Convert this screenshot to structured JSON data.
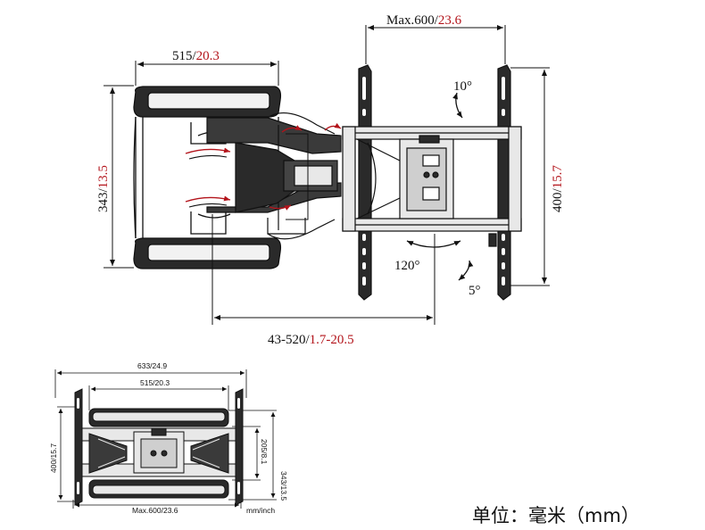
{
  "top_view": {
    "width_max": {
      "mm": "Max.600",
      "sep": "/",
      "inch": "23.6"
    },
    "arm_width": {
      "mm": "515",
      "sep": "/",
      "inch": "20.3"
    },
    "height_plate": {
      "mm": "343",
      "sep": "/",
      "inch": "13.5"
    },
    "height_max": {
      "mm": "400",
      "sep": "/",
      "inch": "15.7"
    },
    "extension": {
      "mm": "43-520",
      "sep": "/",
      "inch": "1.7-20.5"
    },
    "angle_tilt_up": "10°",
    "angle_swivel": "120°",
    "angle_tilt_down": "5°"
  },
  "front_view": {
    "overall_width": "633/24.9",
    "arm_width": "515/20.3",
    "height_max": "400/15.7",
    "plate_height": "343/13.5",
    "plate_inner": "205/8.1",
    "width_max": "Max.600/23.6",
    "units_label": "mm/inch"
  },
  "unit_note": "单位：毫米（mm）",
  "colors": {
    "line": "#111111",
    "accent": "#b3141b",
    "metal": "#2a2a2a",
    "metal_light": "#e8e8e8"
  }
}
